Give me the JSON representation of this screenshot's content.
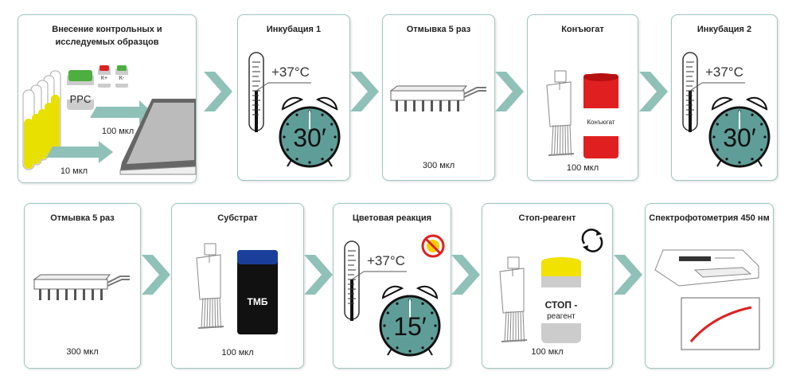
{
  "colors": {
    "teal": "#8fc1b9",
    "clock": "#5f9e98",
    "yellow": "#f2e200",
    "red": "#e02020",
    "blue": "#1a3f9a"
  },
  "steps": [
    {
      "title": "Внесение контрольных и исследуемых образцов",
      "ppc": "PPC",
      "kplus": "К+",
      "kminus": "К-",
      "vol1": "100 мкл",
      "vol2": "10 мкл"
    },
    {
      "title": "Инкубация 1",
      "temp": "+37°С",
      "time": "30′"
    },
    {
      "title": "Отмывка 5 раз",
      "vol": "300 мкл"
    },
    {
      "title": "Конъюгат",
      "bottle": "Конъюгат",
      "vol": "100 мкл"
    },
    {
      "title": "Инкубация 2",
      "temp": "+37°С",
      "time": "30′"
    },
    {
      "title": "Отмывка 5 раз",
      "vol": "300 мкл"
    },
    {
      "title": "Субстрат",
      "bottle": "ТМБ",
      "vol": "100 мкл"
    },
    {
      "title": "Цветовая реакция",
      "temp": "+37°С",
      "time": "15′"
    },
    {
      "title": "Стоп-реагент",
      "bottle1": "СТОП -",
      "bottle2": "реагент",
      "vol": "100 мкл"
    },
    {
      "title": "Спектрофотометрия 450 нм"
    }
  ]
}
